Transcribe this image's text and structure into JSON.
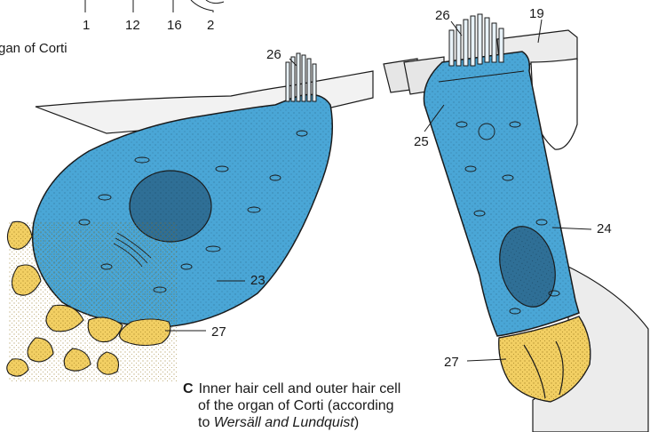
{
  "figure": {
    "top_labels": [
      "1",
      "12",
      "16",
      "2"
    ],
    "partial_caption": "gan of Corti",
    "labels": {
      "stereocilia_inner": "26",
      "stereocilia_outer": "26",
      "reticular_lamina": "19",
      "cuticular_plate": "25",
      "outer_hair_cell": "24",
      "inner_hair_cell": "23",
      "nerve_endings_inner": "27",
      "nerve_endings_outer": "27"
    },
    "caption": {
      "letter": "C",
      "line1": "Inner hair cell and outer hair cell",
      "line2": "of the organ of Corti (according",
      "line3_prefix": "to ",
      "line3_italic": "Wersäll and Lundquist",
      "line3_suffix": ")"
    },
    "colors": {
      "cell_blue": "#4aa6d6",
      "nerve_yellow": "#f2cf63",
      "support_gray": "#e6e6e6",
      "outline": "#1a1a1a"
    }
  }
}
